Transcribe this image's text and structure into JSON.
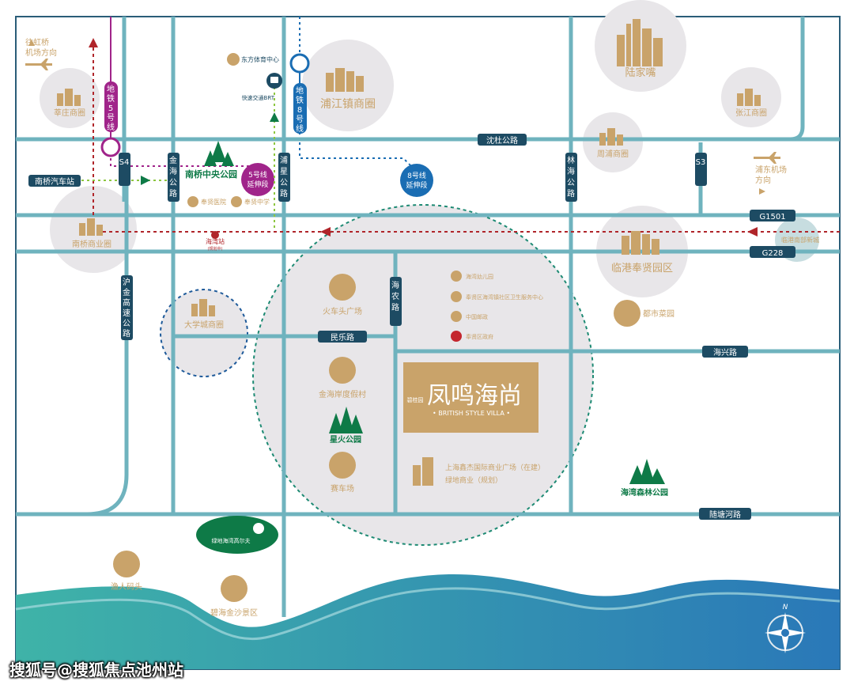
{
  "colors": {
    "road": "#6fb3be",
    "road_dark": "#4a96a4",
    "label_bg": "#1d4b63",
    "district_gray": "#e8e6e9",
    "gold": "#c9a36a",
    "green": "#0e7a47",
    "metro5": "#a0248a",
    "metro8": "#1a6db3",
    "rail_red": "#b0252a",
    "water": "#3e9db7",
    "brt_green": "#8cc63f"
  },
  "roads": {
    "s4": "S4",
    "jinhai": "金海公路",
    "puxing": "浦星公路",
    "linhai": "林海公路",
    "s3": "S3",
    "hujin": "沪金高速公路",
    "haianong": "海农路",
    "minle": "民乐路",
    "haixing": "海兴路",
    "shendu": "沈杜公路",
    "g1501": "G1501",
    "g228": "G228",
    "suitanghe": "随塘河路"
  },
  "metro": {
    "line5": "地铁5号线",
    "line8": "地铁8号线",
    "ext5": [
      "5号线",
      "延伸段"
    ],
    "ext8": [
      "8号线",
      "延伸段"
    ],
    "brt": "快速交通BRT",
    "haiwan_station": "海湾站",
    "haiwan_station_sub": "(规划中)"
  },
  "directions": {
    "hongqiao": [
      "往虹桥",
      "机场方向"
    ],
    "pudong": [
      "浦东机场",
      "方向"
    ]
  },
  "districts": {
    "huacao": "莘庄商圈",
    "pujiang": "浦江镇商圈",
    "lujiazui": "陆家嘴",
    "zhangjiang": "张江商圈",
    "zhoupu": "周浦商圈",
    "nanqiao": "南桥商业圈",
    "lingang": "临港奉贤园区",
    "univ": "大学城商圈",
    "lingang_nf": "临港南部新城"
  },
  "poi": {
    "dongfang_sports": "东方体育中心",
    "nanqiao_park": "南桥中央公园",
    "nanqiao_bus": "南桥汽车站",
    "hospital_a": "奉贤医院",
    "school_a": "奉贤中学",
    "train_square": "火车头广场",
    "kindergarten": "海湾幼儿园",
    "health_center": "奉贤区海湾镇社区卫生服务中心",
    "post_office": "中国邮政",
    "gov": "奉贤区政府",
    "jinhai_resort": "金海岸度假村",
    "xinghuo_park": "星火公园",
    "race_track": "赛车场",
    "dushi_farm": "都市菜园",
    "commercial_a": "上海鑫杰国际商业广场（在建）",
    "commercial_b": "绿地商业（规划）",
    "forest_park": "海湾森林公园",
    "golf": "绿地海湾高尔夫",
    "fisherman": "渔人码头",
    "beach": "碧海金沙景区"
  },
  "project": {
    "brand": "碧桂园",
    "name": "凤鸣海尚",
    "subtitle": "• BRITISH STYLE VILLA •"
  },
  "compass": {
    "north": "N"
  },
  "footer": {
    "watermark": "搜狐号@搜狐焦点池州站"
  }
}
